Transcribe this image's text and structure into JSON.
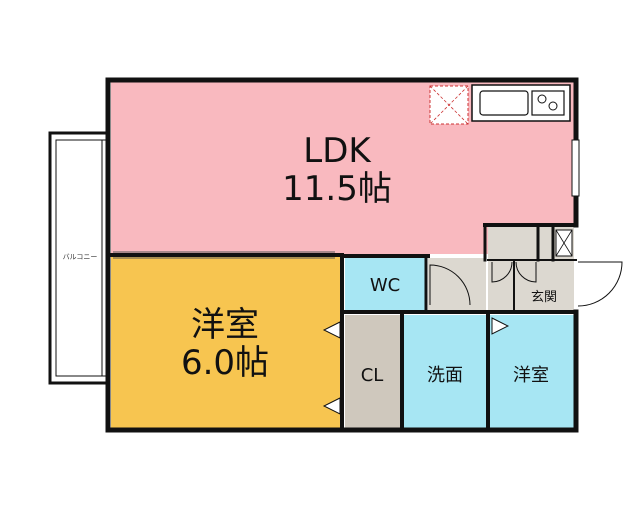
{
  "floor_plan": {
    "ldk": {
      "name": "LDK",
      "size": "11.5帖"
    },
    "western_room_main": {
      "name": "洋室",
      "size": "6.0帖"
    },
    "toilet": {
      "name": "WC"
    },
    "closet": {
      "name": "CL"
    },
    "washroom": {
      "name": "洗面"
    },
    "western_room_small": {
      "name": "洋室"
    },
    "entrance": {
      "name": "玄関"
    },
    "balcony": {
      "name": "バルコニー"
    }
  },
  "colors": {
    "ldk": "#f9b9bf",
    "western_room_main": "#f7c550",
    "wet_rooms": "#a7e6f3",
    "closet": "#cfc8bd",
    "corridor": "#dcd8d0",
    "walls": "#111111"
  }
}
